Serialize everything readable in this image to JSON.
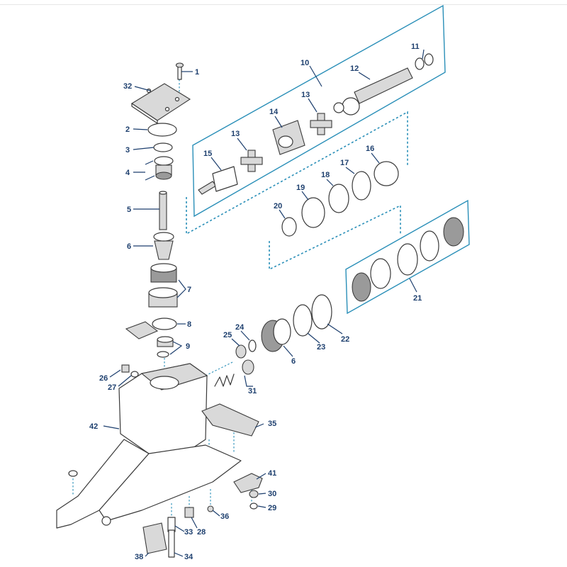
{
  "callouts": {
    "c1": "1",
    "c2": "2",
    "c3": "3",
    "c4": "4",
    "c5": "5",
    "c6a": "6",
    "c6b": "6",
    "c7": "7",
    "c8": "8",
    "c9": "9",
    "c10": "10",
    "c11": "11",
    "c12": "12",
    "c13a": "13",
    "c13b": "13",
    "c14": "14",
    "c15": "15",
    "c16": "16",
    "c17": "17",
    "c18": "18",
    "c19": "19",
    "c20": "20",
    "c21": "21",
    "c22": "22",
    "c23": "23",
    "c24": "24",
    "c25": "25",
    "c26": "26",
    "c27": "27",
    "c28": "28",
    "c29": "29",
    "c30": "30",
    "c31": "31",
    "c32": "32",
    "c33": "33",
    "c34": "34",
    "c35": "35",
    "c36": "36",
    "c38": "38",
    "c41": "41",
    "c42": "42"
  },
  "colors": {
    "callout": "#1d3f6e",
    "leader": "#1d3f6e",
    "dashed_guide": "#2a8fb8",
    "part_outline": "#3a3a3a"
  }
}
